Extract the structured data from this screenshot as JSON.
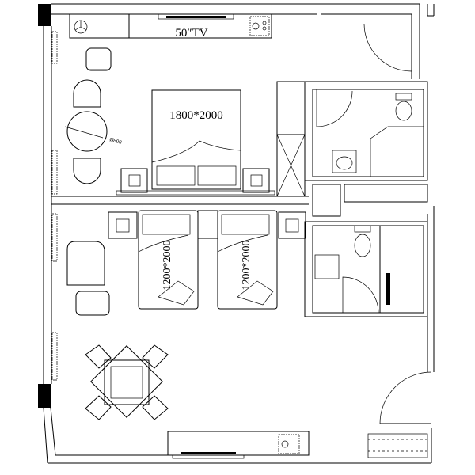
{
  "plan": {
    "labels": {
      "tv": "50″TV",
      "master_bed": "1800*2000",
      "twin_bed_left": "1200*2000",
      "twin_bed_right": "1200*2000",
      "table_diameter": "Ø800"
    },
    "colors": {
      "line": "#000000",
      "background": "#ffffff"
    }
  }
}
